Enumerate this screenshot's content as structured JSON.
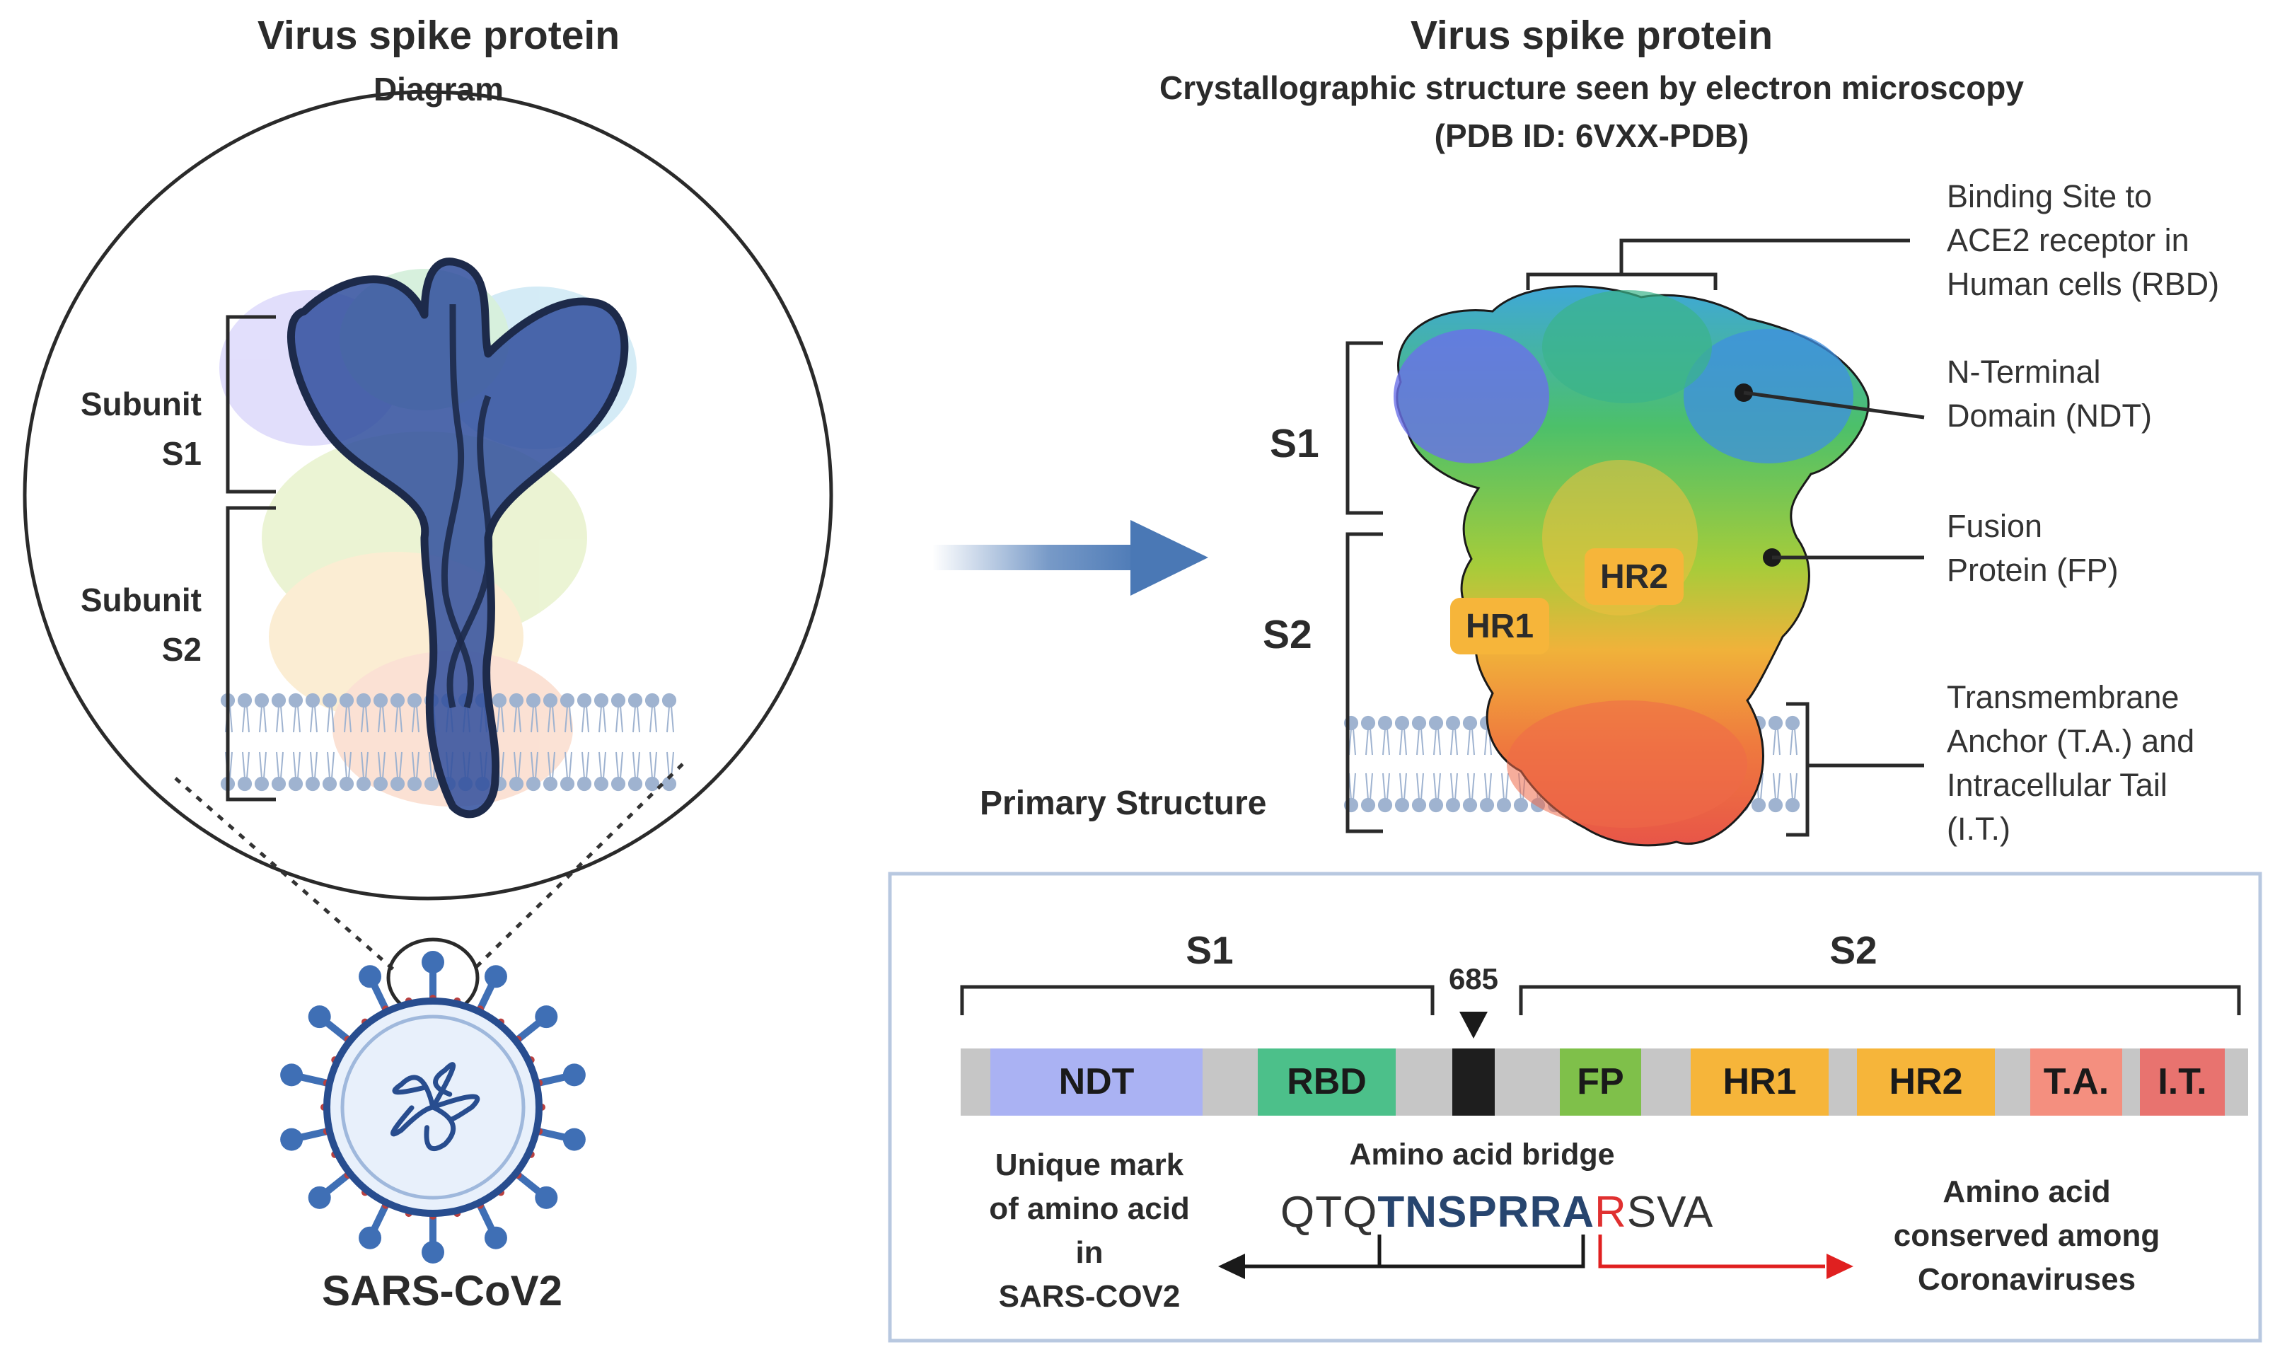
{
  "left_panel": {
    "title": "Virus spike protein",
    "subtitle": "Diagram",
    "subunit_s1": [
      "Subunit",
      "S1"
    ],
    "subunit_s2": [
      "Subunit",
      "S2"
    ],
    "virus_label": "SARS-CoV2"
  },
  "right_panel": {
    "title": "Virus spike protein",
    "subtitle": "Crystallographic structure seen by electron microscopy",
    "pdb_id": "(PDB ID: 6VXX-PDB)",
    "s1_label": "S1",
    "s2_label": "S2",
    "hr1_tag": "HR1",
    "hr2_tag": "HR2",
    "callouts": {
      "rbd": [
        "Binding Site to",
        "ACE2 receptor in",
        "Human cells (RBD)"
      ],
      "ndt": [
        "N-Terminal",
        "Domain (NDT)"
      ],
      "fp": [
        "Fusion",
        "Protein (FP)"
      ],
      "ta": [
        "Transmembrane",
        "Anchor (T.A.) and",
        "Intracellular Tail",
        "(I.T.)"
      ]
    }
  },
  "primary_structure": {
    "title": "Primary Structure",
    "s1_label": "S1",
    "s2_label": "S2",
    "cleavage_position": "685",
    "segments": [
      {
        "label": "NDT",
        "color": "#aab2f3"
      },
      {
        "label": "RBD",
        "color": "#4cc08a"
      },
      {
        "label": "FP",
        "color": "#7fc04a"
      },
      {
        "label": "HR1",
        "color": "#f6b53a"
      },
      {
        "label": "HR2",
        "color": "#f6b53a"
      },
      {
        "label": "T.A.",
        "color": "#f48f7f"
      },
      {
        "label": "I.T.",
        "color": "#e8736f"
      }
    ],
    "bridge_label": "Amino acid bridge",
    "sequence": {
      "prefix": "QTQ",
      "unique": "TNSPRRA",
      "conserved": "R",
      "suffix": "SVA"
    },
    "left_note": [
      "Unique mark",
      "of amino acid",
      "in",
      "SARS-COV2"
    ],
    "right_note": [
      "Amino acid",
      "conserved among",
      "Coronaviruses"
    ]
  },
  "colors": {
    "spike_outline": "#1d2a4a",
    "spike_fill": "#2f4d9c",
    "arrow": "#4a78b5",
    "membrane": "#9fb3d0",
    "box_border": "#b8c8e0",
    "unique_seq": "#27456f",
    "conserved_seq": "#e03030",
    "red_arrow": "#e02020"
  }
}
